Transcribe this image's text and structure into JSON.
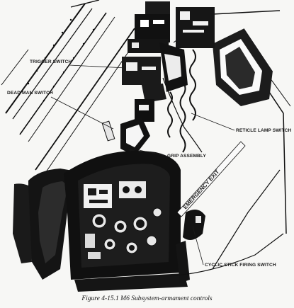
{
  "labels": {
    "trigger_switch": "TRIGGER SWITCH",
    "dead_man_switch": "DEAD MAN SWITCH",
    "reticle_lamp_switch": "RETICLE LAMP SWITCH",
    "grip_assembly": "GRIP ASSEMBLY",
    "cyclic_stick_firing_switch": "CYCLIC STICK FIRING SWITCH"
  },
  "stencil": "EMERGENCY EXIT",
  "caption": "Figure 4-15.1  M6 Subsystem-armament controls"
}
